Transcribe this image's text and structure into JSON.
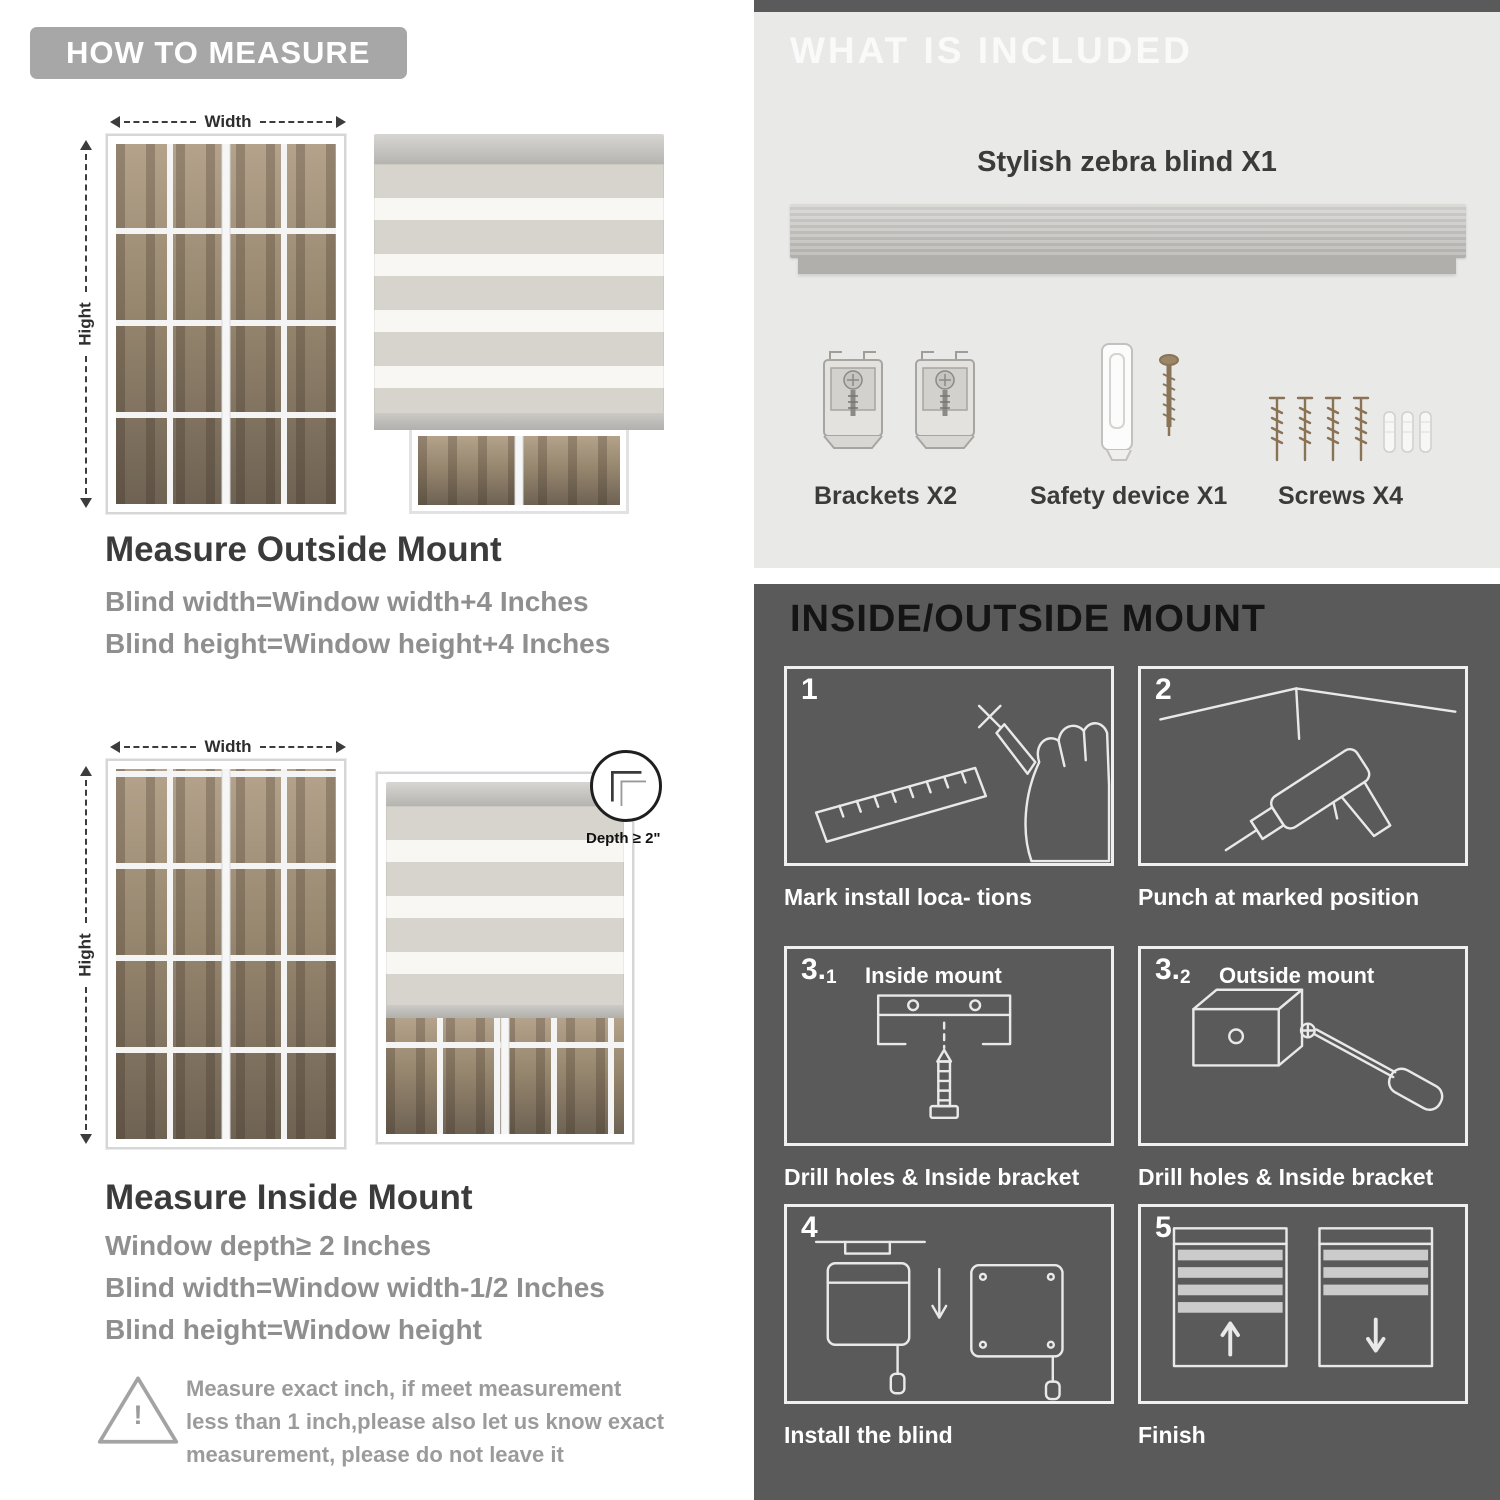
{
  "colors": {
    "header_pill": "#a7a7a7",
    "light_panel": "#e9e9e8",
    "dark_panel": "#5b5a5a",
    "heading_text": "#3b3b3b",
    "body_text": "#8f8f8f"
  },
  "left": {
    "header": "HOW TO MEASURE",
    "fig_outside": {
      "width_label": "Width",
      "height_label": "Hight"
    },
    "outside_title": "Measure Outside Mount",
    "outside_lines": [
      "Blind width=Window width+4 Inches",
      "Blind height=Window height+4 Inches"
    ],
    "fig_inside": {
      "width_label": "Width",
      "height_label": "Hight",
      "depth_label": "Depth ≥ 2\""
    },
    "inside_title": "Measure Inside Mount",
    "inside_lines": [
      "Window depth≥ 2 Inches",
      "Blind width=Window width-1/2 Inches",
      "Blind height=Window height"
    ],
    "warning_mark": "!",
    "warning_text": "Measure exact inch, if meet measurement less than 1 inch,please also let us know exact measurement, please do not leave it"
  },
  "right": {
    "included": {
      "header": "WHAT IS INCLUDED",
      "blind_label": "Stylish zebra blind X1",
      "items": [
        {
          "icon": "brackets-icon",
          "label": "Brackets X2"
        },
        {
          "icon": "safety-device-icon",
          "label": "Safety device X1"
        },
        {
          "icon": "screws-icon",
          "label": "Screws X4"
        }
      ]
    },
    "mount": {
      "header": "INSIDE/OUTSIDE MOUNT",
      "steps": [
        {
          "num": "1",
          "num_sub": "",
          "sub": "",
          "caption": "Mark install loca- tions"
        },
        {
          "num": "2",
          "num_sub": "",
          "sub": "",
          "caption": "Punch at  marked position"
        },
        {
          "num": "3.",
          "num_sub": "1",
          "sub": "Inside mount",
          "caption": "Drill holes &  Inside bracket"
        },
        {
          "num": "3.",
          "num_sub": "2",
          "sub": "Outside mount",
          "caption": "Drill holes &  Inside bracket"
        },
        {
          "num": "4",
          "num_sub": "",
          "sub": "",
          "caption": "Install the blind"
        },
        {
          "num": "5",
          "num_sub": "",
          "sub": "",
          "caption": "Finish"
        }
      ]
    }
  }
}
